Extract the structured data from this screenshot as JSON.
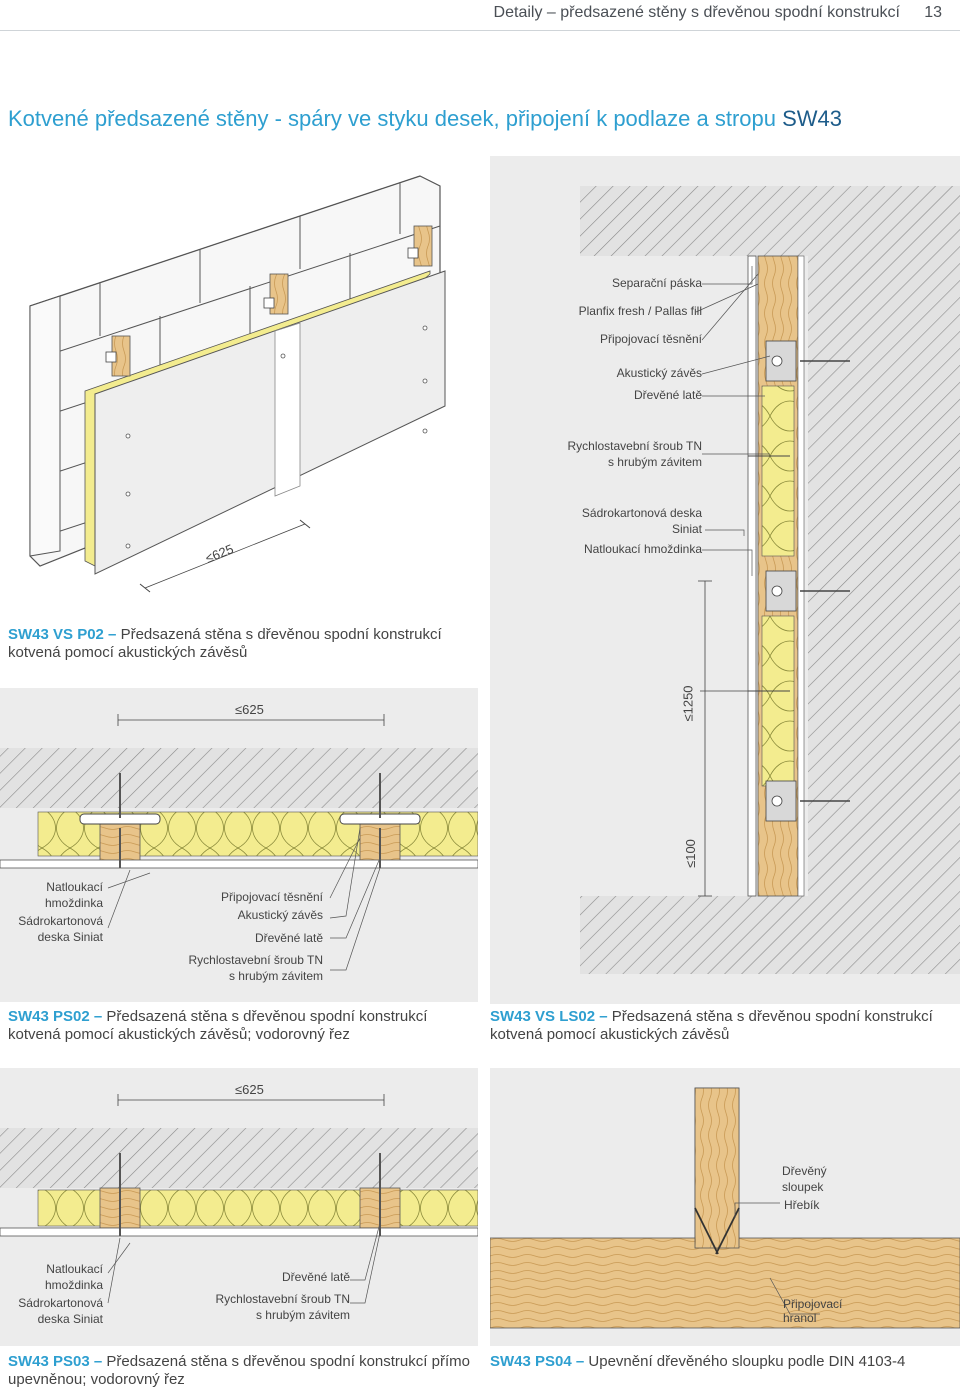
{
  "header": {
    "title": "Detaily – předsazené stěny s dřevěnou spodní konstrukcí",
    "page": "13"
  },
  "main_title": {
    "text": "Kotvené předsazené stěny - spáry ve styku desek, připojení k podlaze a stropu ",
    "code": "SW43"
  },
  "fig_iso": {
    "caption_code": "SW43 VS P02",
    "caption_dash": " – ",
    "caption_text": "Předsazená stěna s dřevěnou spodní konstrukcí kotvená pomocí akustických závěsů",
    "dim": "≤625"
  },
  "fig_vs_ls02": {
    "labels": [
      "Separační páska",
      "Planfix fresh / Pallas fill",
      "Připojovací těsnění",
      "Akustický závěs",
      "Dřevěné latě",
      "Rychlostavební šroub TN",
      "s hrubým závitem",
      "Sádrokartonová deska",
      "Siniat",
      "Natloukací hmoždinka"
    ],
    "dim_1250": "≤1250",
    "dim_100": "≤100",
    "caption_code": "SW43 VS LS02",
    "caption_dash": " – ",
    "caption_text": "Předsazená stěna s dřevěnou spodní konstrukcí kotvená pomocí akustických závěsů"
  },
  "fig_ps02": {
    "dim": "≤625",
    "labels_left": [
      "Natloukací",
      "hmoždinka",
      "Sádrokartonová",
      "deska Siniat"
    ],
    "labels_right": [
      "Připojovací těsnění",
      "Akustický závěs",
      "Dřevěné latě",
      "Rychlostavební šroub TN",
      "s hrubým závitem"
    ],
    "caption_code": "SW43 PS02",
    "caption_dash": " – ",
    "caption_text": "Předsazená stěna s dřevěnou spodní konstrukcí kotvená pomocí akustických závěsů; vodorovný řez"
  },
  "fig_ps03": {
    "dim": "≤625",
    "labels_left": [
      "Natloukací",
      "hmoždinka",
      "Sádrokartonová",
      "deska Siniat"
    ],
    "labels_right": [
      "Dřevěné latě",
      "Rychlostavební šroub TN",
      "s hrubým závitem"
    ],
    "caption_code": "SW43 PS03",
    "caption_dash": " – ",
    "caption_text": "Předsazená stěna s dřevěnou spodní konstrukcí přímo upevněnou; vodorovný řez"
  },
  "fig_ps04": {
    "labels": [
      "Dřevěný",
      "sloupek",
      "Hřebík",
      "Připojovací",
      "hranol"
    ],
    "caption_code": "SW43 PS04",
    "caption_dash": " – ",
    "caption_text": "Upevnění dřevěného sloupku podle DIN 4103-4"
  },
  "colors": {
    "accent": "#2e9fd0",
    "wood": "#e8c48a",
    "insulation": "#f3ec8f",
    "panel": "#ececec"
  }
}
